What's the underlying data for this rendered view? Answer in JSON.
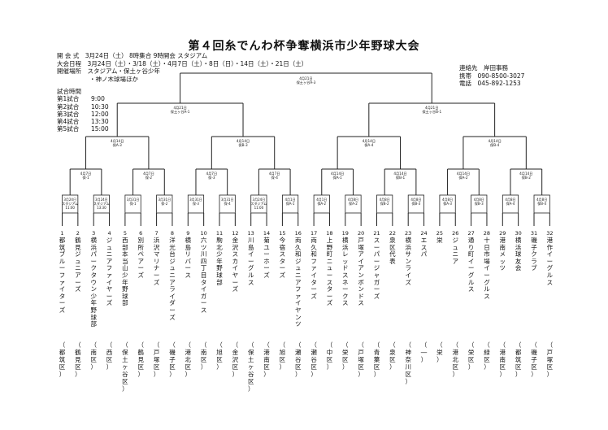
{
  "title": "第４回糸でんわ杯争奪横浜市少年野球大会",
  "info": [
    {
      "label": "開 会 式",
      "value": "3月24日（土）  8時集合  9時開会  スタジアム"
    },
    {
      "label": "大会日程",
      "value": "3月24日（土）・3/18（土）・4月7日（土）・8日（日）・14日（土）・21日（土）"
    },
    {
      "label": "開催場所",
      "value": "スタジアム・保土ヶ谷少年"
    },
    {
      "label": "",
      "value": "・神ノ木球場ほか"
    }
  ],
  "contact": [
    {
      "label": "連絡先",
      "value": "岸田事務"
    },
    {
      "label": "携帯",
      "value": "090-8500-3027"
    },
    {
      "label": "電話",
      "value": "045-892-1253"
    }
  ],
  "times_header": "試合時間",
  "times": [
    {
      "label": "第1試合",
      "value": "9:00"
    },
    {
      "label": "第2試合",
      "value": "10:30"
    },
    {
      "label": "第3試合",
      "value": "12:00"
    },
    {
      "label": "第4試合",
      "value": "13:30"
    },
    {
      "label": "第5試合",
      "value": "15:00"
    }
  ],
  "matches": {
    "final": [
      "4月21日",
      "保土ヶ谷A-3"
    ],
    "semi": [
      [
        "4月21日",
        "保土ヶ谷A-1"
      ],
      [
        "4月21日",
        "保土ヶ谷B-1"
      ]
    ],
    "qf": [
      [
        "4月14日",
        "保A-3"
      ],
      [
        "4月14日",
        "保B-3"
      ],
      [
        "4月14日",
        "保A-4"
      ],
      [
        "4月14日",
        "保B-4"
      ]
    ],
    "r16": [
      [
        "4月7日",
        "保-1"
      ],
      [
        "4月7日",
        "保-2"
      ],
      [
        "4月7日",
        "保-3"
      ],
      [
        "4月7日",
        "保-4"
      ],
      [
        "4月14日",
        "保A-1"
      ],
      [
        "4月14日",
        "保B-1"
      ],
      [
        "4月14日",
        "保A-2"
      ],
      [
        "4月14日",
        "保B-2"
      ]
    ],
    "r32": [
      [
        "3月24日",
        "スタジアム",
        "11:00"
      ],
      [
        "3月24日",
        "スタジアム",
        "13:30"
      ],
      [
        "3月31日",
        "保-1"
      ],
      [
        "3月31日",
        "保-2"
      ],
      [
        "3月31日",
        "保-3"
      ],
      [
        "3月31日",
        "保-4"
      ],
      [
        "3月24日",
        "スタジアム",
        "11:00"
      ],
      [
        "4月1日",
        "保A-1"
      ],
      [
        "4月1日",
        "保A-2"
      ],
      [
        "4月8日",
        "保A-2"
      ],
      [
        "4月8日",
        "保B-2"
      ],
      [
        "4月8日",
        "保B-3"
      ],
      [
        "4月8日",
        "保A-3"
      ],
      [
        "4月8日",
        "保B-3"
      ],
      [
        "4月8日",
        "保A-4"
      ],
      [
        "4月8日",
        "保B-4"
      ]
    ]
  },
  "teams": [
    {
      "n": "1",
      "name": "都筑ブルーファイターズ",
      "dist": "都筑区"
    },
    {
      "n": "2",
      "name": "鶴見ジュニアーズ",
      "dist": "鶴見区"
    },
    {
      "n": "3",
      "name": "横浜パークタウン少年野球部",
      "dist": "南区"
    },
    {
      "n": "4",
      "name": "ジュニアファイヤーズ",
      "dist": "西区"
    },
    {
      "n": "5",
      "name": "西部本当山少年野球部",
      "dist": "保土ヶ谷区"
    },
    {
      "n": "6",
      "name": "別所ペアーズ",
      "dist": "鶴見区"
    },
    {
      "n": "7",
      "name": "浜沢マリナーズ",
      "dist": "戸塚区"
    },
    {
      "n": "8",
      "name": "洋光台ジュニアライダーズ",
      "dist": "磯子区"
    },
    {
      "n": "9",
      "name": "横島リバース",
      "dist": "港北区"
    },
    {
      "n": "10",
      "name": "六ツ川四丁目タイガース",
      "dist": "南区"
    },
    {
      "n": "11",
      "name": "駒北少年野球部",
      "dist": "旭区"
    },
    {
      "n": "12",
      "name": "金沢スカイヤーズ",
      "dist": "金沢区"
    },
    {
      "n": "13",
      "name": "川島イーグルス",
      "dist": "保土ヶ谷区"
    },
    {
      "n": "14",
      "name": "菊ユーホーズ",
      "dist": "港南区"
    },
    {
      "n": "15",
      "name": "今宿スターズ",
      "dist": "旭区"
    },
    {
      "n": "16",
      "name": "両久和ジュニアファイヤンツ",
      "dist": "瀬谷区"
    },
    {
      "n": "17",
      "name": "両久和ファイターズ",
      "dist": "瀬谷区"
    },
    {
      "n": "18",
      "name": "上野町ニュースターズ",
      "dist": "中区"
    },
    {
      "n": "19",
      "name": "横浜レッドスネークス",
      "dist": "栄区"
    },
    {
      "n": "20",
      "name": "戸塚アイアンボンドス",
      "dist": "戸塚区"
    },
    {
      "n": "21",
      "name": "スーパージャガーズ",
      "dist": "青葉区"
    },
    {
      "n": "22",
      "name": "泉区代表",
      "dist": "泉区"
    },
    {
      "n": "23",
      "name": "横浜サンライズ",
      "dist": "神奈川区"
    },
    {
      "n": "24",
      "name": "エスパ",
      "dist": "―"
    },
    {
      "n": "25",
      "name": "栄",
      "dist": "栄"
    },
    {
      "n": "26",
      "name": "ジュニア",
      "dist": "港北区"
    },
    {
      "n": "27",
      "name": "通り町イーグルス",
      "dist": "栄区"
    },
    {
      "n": "28",
      "name": "十日市場イーグルス",
      "dist": "緑区"
    },
    {
      "n": "29",
      "name": "港南メッツ",
      "dist": "港南区"
    },
    {
      "n": "30",
      "name": "横浜球友会",
      "dist": "都筑区"
    },
    {
      "n": "31",
      "name": "磯子クラブ",
      "dist": "磯子区"
    },
    {
      "n": "32",
      "name": "港作イーグルス",
      "dist": "戸塚区"
    }
  ]
}
